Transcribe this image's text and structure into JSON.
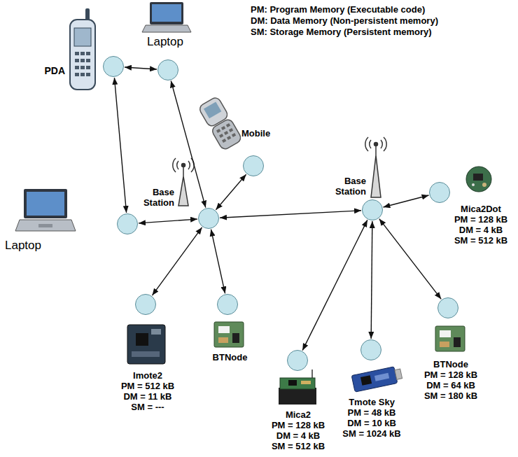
{
  "diagram": {
    "nodes": [
      {
        "text": [
          "PDA"
        ]
      },
      {
        "text": [
          "Laptop"
        ]
      },
      {
        "text": [
          "Laptop"
        ]
      },
      {
        "text": [
          "Mobile"
        ]
      },
      {
        "text": [
          "Base Station"
        ]
      },
      {
        "text": [
          "Base Station"
        ]
      },
      {
        "text": [
          "Mica2Dot",
          "PM = 128 kB",
          "DM = 4 kB",
          "SM = 512 kB"
        ]
      },
      {
        "text": [
          "Imote2",
          "PM = 512 kB",
          "DM = 11 kB",
          "SM = ---"
        ]
      },
      {
        "text": [
          "BTNode"
        ]
      },
      {
        "text": [
          "Mica2",
          "PM = 128 kB",
          "DM = 4 kB",
          "SM = 512 kB"
        ]
      },
      {
        "text": [
          "Tmote Sky",
          "PM = 48 kB",
          "DM = 10 kB",
          "SM = 1024 kB"
        ]
      },
      {
        "text": [
          "BTNode",
          "PM = 128 kB",
          "DM = 64 kB",
          "SM = 180 kB"
        ]
      }
    ],
    "edges": [
      {
        "from": 0,
        "to": 1,
        "arrow": "both"
      },
      {
        "from": 0,
        "to": 2,
        "arrow": "both"
      },
      {
        "from": 1,
        "to": 4,
        "arrow": "both"
      },
      {
        "from": 2,
        "to": 4,
        "arrow": "both"
      },
      {
        "from": 3,
        "to": 4,
        "arrow": "both"
      },
      {
        "from": 4,
        "to": 7,
        "arrow": "both"
      },
      {
        "from": 4,
        "to": 8,
        "arrow": "both"
      },
      {
        "from": 4,
        "to": 5,
        "arrow": "both"
      },
      {
        "from": 5,
        "to": 6,
        "arrow": "both"
      },
      {
        "from": 5,
        "to": 9,
        "arrow": "both"
      },
      {
        "from": 5,
        "to": 10,
        "arrow": "both"
      },
      {
        "from": 5,
        "to": 11,
        "arrow": "both"
      }
    ],
    "labels": [
      "PM: Program Memory (Executable code)",
      "DM: Data Memory (Non-persistent memory)",
      "SM: Storage Memory (Persistent memory)"
    ]
  }
}
